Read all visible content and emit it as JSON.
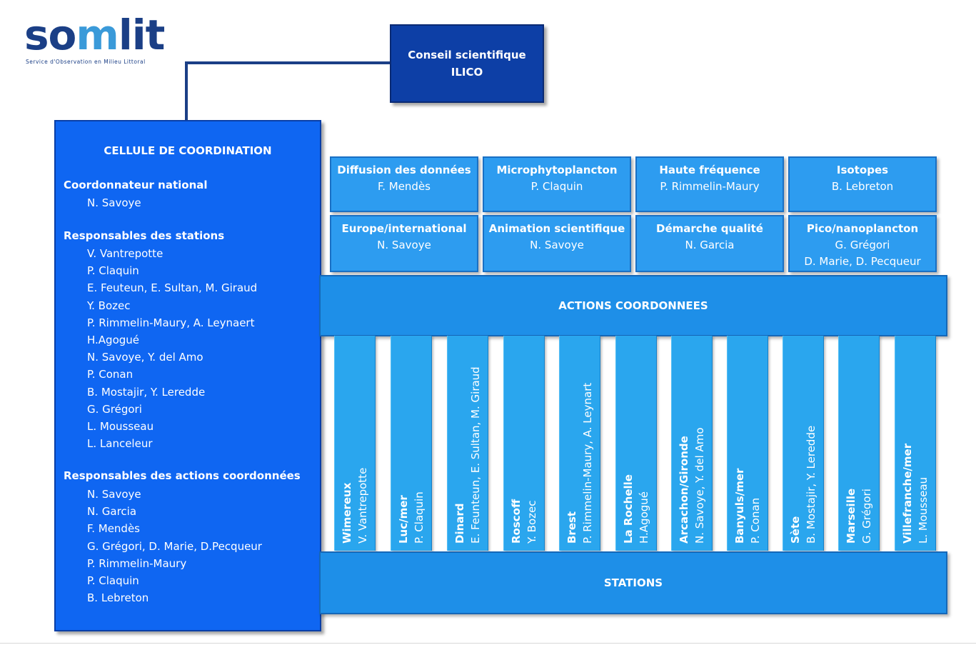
{
  "logo": {
    "wordmark_prefix": "so",
    "wordmark_m": "m",
    "wordmark_suffix": "lit",
    "subtitle": "Service d'Observation en Milieu Littoral"
  },
  "conseil": {
    "line1": "Conseil scientifique",
    "line2": "ILICO"
  },
  "cellule": {
    "title": "CELLULE DE COORDINATION",
    "sections": [
      {
        "heading": "Coordonnateur national",
        "items": [
          "N. Savoye"
        ]
      },
      {
        "heading": "Responsables des stations",
        "items": [
          "V. Vantrepotte",
          "P. Claquin",
          "E. Feuteun, E. Sultan, M. Giraud",
          "Y. Bozec",
          "P. Rimmelin-Maury, A. Leynaert",
          "H.Agogué",
          "N. Savoye, Y. del Amo",
          "P. Conan",
          "B. Mostajir, Y. Leredde",
          "G. Grégori",
          "L. Mousseau",
          "L. Lanceleur"
        ]
      },
      {
        "heading": "Responsables des actions coordonnées",
        "items": [
          "N. Savoye",
          "N. Garcia",
          "F. Mendès",
          "G. Grégori, D. Marie, D.Pecqueur",
          "P. Rimmelin-Maury",
          "P. Claquin",
          "B. Lebreton"
        ]
      }
    ]
  },
  "actions": [
    {
      "title": "Diffusion des données",
      "lines": [
        "F. Mendès"
      ]
    },
    {
      "title": "Microphytoplancton",
      "lines": [
        "P. Claquin"
      ]
    },
    {
      "title": "Haute fréquence",
      "lines": [
        "P. Rimmelin-Maury"
      ]
    },
    {
      "title": "Isotopes",
      "lines": [
        "B. Lebreton"
      ]
    },
    {
      "title": "Europe/international",
      "lines": [
        "N. Savoye"
      ]
    },
    {
      "title": "Animation scientifique",
      "lines": [
        "N. Savoye"
      ]
    },
    {
      "title": "Démarche qualité",
      "lines": [
        "N. Garcia"
      ]
    },
    {
      "title": "Pico/nanoplancton",
      "lines": [
        "G. Grégori",
        "D. Marie, D. Pecqueur"
      ]
    }
  ],
  "actions_bar": "ACTIONS COORDONNEES",
  "stations": [
    {
      "name": "Wimereux",
      "people": "V. Vantrepotte"
    },
    {
      "name": "Luc/mer",
      "people": "P. Claquin"
    },
    {
      "name": "Dinard",
      "people": "E. Feunteun, E. Sultan, M. Giraud"
    },
    {
      "name": "Roscoff",
      "people": "Y. Bozec"
    },
    {
      "name": "Brest",
      "people": "P. Rimmelin-Maury, A. Leynart"
    },
    {
      "name": "La Rochelle",
      "people": "H.Agogué"
    },
    {
      "name": "Arcachon/Gironde",
      "people": "N. Savoye, Y. del Amo"
    },
    {
      "name": "Banyuls/mer",
      "people": "P. Conan"
    },
    {
      "name": "Sète",
      "people": "B. Mostajir, Y. Leredde"
    },
    {
      "name": "Marseille",
      "people": "G. Grégori"
    },
    {
      "name": "Villefranche/mer",
      "people": "L. Mousseau"
    }
  ],
  "stations_bar": "STATIONS",
  "colors": {
    "navy": "#1b3f86",
    "conseil": "#0d3fa6",
    "cellule": "#0f66f2",
    "action": "#2d9cf0",
    "bar": "#1e8fe8",
    "pillar": "#2aa6ee"
  }
}
